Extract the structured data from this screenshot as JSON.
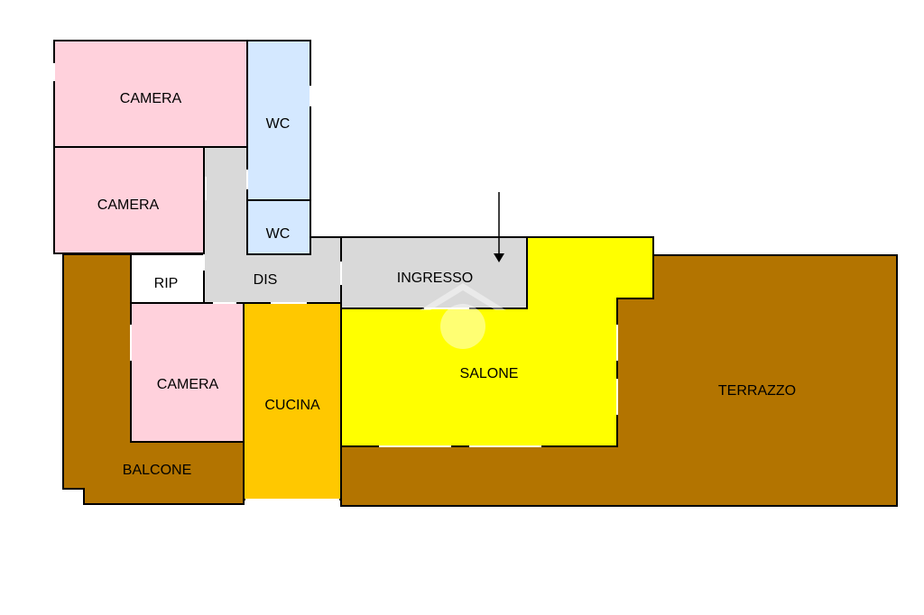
{
  "colors": {
    "camera": "#FFD1DC",
    "wc": "#D4E8FF",
    "corridor": "#D9D9D9",
    "salone": "#FFFF00",
    "cucina": "#FFC800",
    "outdoor": "#B37400",
    "rip": "#FFFFFF",
    "wall": "#000000"
  },
  "rooms": {
    "camera_top": "CAMERA",
    "camera_mid": "CAMERA",
    "camera_low": "CAMERA",
    "wc_top": "WC",
    "wc_bottom": "WC",
    "rip": "RIP",
    "dis": "DIS",
    "ingresso": "INGRESSO",
    "salone": "SALONE",
    "cucina": "CUCINA",
    "balcone": "BALCONE",
    "terrazzo": "TERRAZZO"
  },
  "icons": {
    "entrance": "entrance-arrow-icon",
    "watermark": "house-watermark-icon"
  }
}
